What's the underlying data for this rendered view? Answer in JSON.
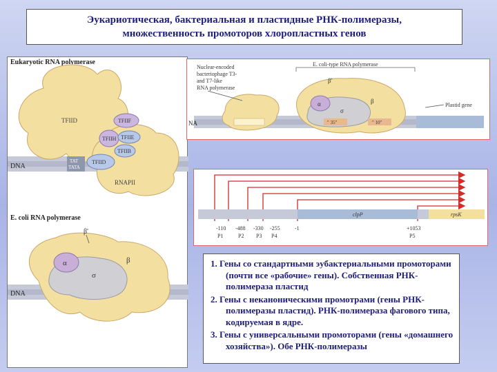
{
  "title": {
    "line1": "Эукариотическая, бактериальная и пластидные РНК-полимеразы,",
    "line2": "множественность промоторов хлоропластных генов"
  },
  "left_panel": {
    "euk_heading": "Eukaryotic RNA polymerase",
    "tfiid_big": "TFIID",
    "tfiif": "TFIIF",
    "tfiih": "TFIIH",
    "tfiie": "TFIIE",
    "tfiib": "TFIIB",
    "tfiid_small": "TFIID",
    "tata_1": "TAT",
    "tata_2": "TATA",
    "dna_1": "DNA",
    "rnapii": "RNAPII",
    "ecoli_heading": "E. coli RNA polymerase",
    "beta_prime": "β'",
    "alpha": "α",
    "beta": "β",
    "sigma": "σ",
    "dna_2": "DNA"
  },
  "right_top": {
    "nuclear_1": "Nuclear-encoded",
    "nuclear_2": "bacteriophage T3-",
    "nuclear_3": "and T7-like",
    "nuclear_4": "RNA polymerase",
    "ecoli_type": "E. coli-type RNA polymerase",
    "beta_prime": "β'",
    "alpha": "α",
    "beta": "β",
    "sigma": "σ",
    "dna": "NA",
    "box35": "\" 35\"",
    "box10": "\" 10\"",
    "plastid_gene": "Plastid gene"
  },
  "right_mid": {
    "gene_clpp": "clpP",
    "gene_rpsk": "rpsK",
    "positions": [
      "-110",
      "-488",
      "-330",
      "-255",
      "-1",
      "+1053"
    ],
    "promoters": [
      "P1",
      "P2",
      "P3",
      "P4",
      "P5"
    ]
  },
  "text": {
    "item1": "1. Гены со стандартными эубактериальными промоторами (почти все «рабочие» гены). Собственная РНК-полимераза пластид",
    "item2": "2. Гены с неканоническими промотрами (гены РНК-полимеразы пластид). РНК-полимераза фагового типа, кодируемая в ядре.",
    "item3": "3. Гены с универсальными промоторами (гены «домашнего хозяйства»). Обе РНК-полимеразы"
  },
  "colors": {
    "title_text": "#1d1d7a",
    "cloud": "#f3dfa0",
    "cloud_stroke": "#c9a86a",
    "sigma_gray": "#cfcfd4",
    "alpha_purple": "#c9aed8",
    "tf_blue": "#b8c8e8",
    "tf_purple": "#cbb6e0",
    "arrow_red": "#d42a2a",
    "dna_gray": "#c6cad8",
    "dna_blue": "#a8bcd8"
  }
}
